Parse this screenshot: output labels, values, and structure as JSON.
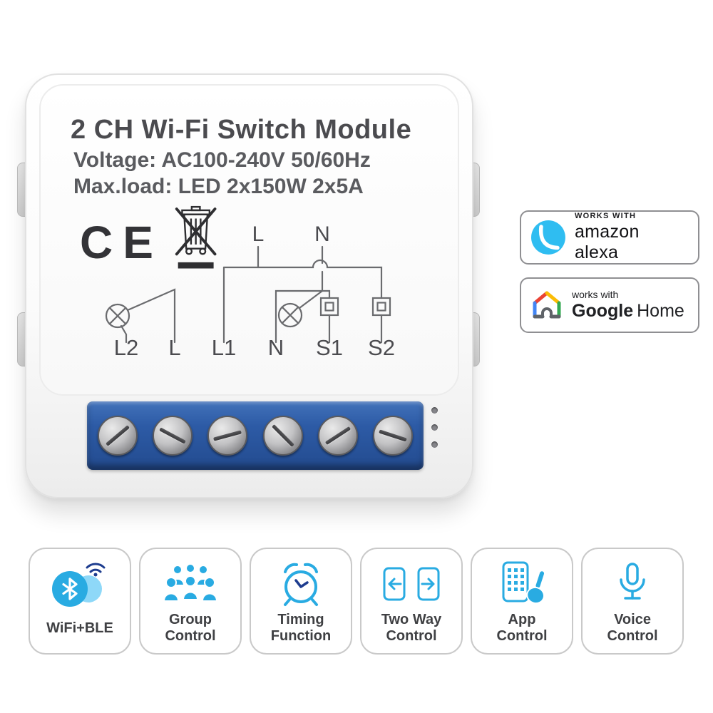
{
  "device": {
    "title": "2 CH Wi-Fi Switch Module",
    "voltage": "Voltage: AC100-240V 50/60Hz",
    "max_load": "Max.load: LED 2x150W 2x5A",
    "ce_mark": "CE",
    "diagram": {
      "top_labels": {
        "l": "L",
        "n": "N"
      },
      "terminals": [
        "L2",
        "L",
        "L1",
        "N",
        "S1",
        "S2"
      ]
    }
  },
  "badges": {
    "alexa": {
      "works_with": "WORKS WITH",
      "brand": "amazon alexa",
      "icon": "alexa-icon",
      "color": "#2fbdf1"
    },
    "google_home": {
      "works_with": "works with",
      "brand_bold": "Google",
      "brand_regular": "Home",
      "icon": "google-home-icon",
      "colors": {
        "blue": "#4285F4",
        "red": "#EA4335",
        "yellow": "#FBBC05",
        "green": "#34A853"
      }
    }
  },
  "features": [
    {
      "name": "wifi-ble",
      "icon": "wifi-bluetooth-icon",
      "line1": "WiFi+BLE",
      "line2": ""
    },
    {
      "name": "group-control",
      "icon": "group-icon",
      "line1": "Group",
      "line2": "Control"
    },
    {
      "name": "timing-function",
      "icon": "alarm-clock-icon",
      "line1": "Timing",
      "line2": "Function"
    },
    {
      "name": "two-way-control",
      "icon": "two-way-arrows-icon",
      "line1": "Two Way",
      "line2": "Control"
    },
    {
      "name": "app-control",
      "icon": "phone-hand-icon",
      "line1": "App",
      "line2": "Control"
    },
    {
      "name": "voice-control",
      "icon": "microphone-icon",
      "line1": "Voice",
      "line2": "Control"
    }
  ],
  "colors": {
    "feature_accent": "#29abe2",
    "terminal_block_blue": "#2d5ba6",
    "device_text_gray": "#5a5b5f"
  }
}
